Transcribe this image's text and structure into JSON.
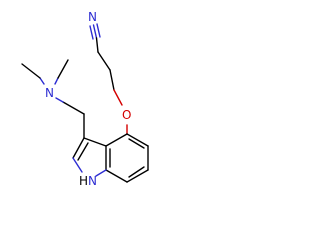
{
  "molecule": {
    "atoms": {
      "nitrile_n": {
        "symbol": "N",
        "color": "#2d2dd2"
      },
      "amine_n": {
        "symbol": "N",
        "color": "#2d2dd2"
      },
      "ether_o": {
        "symbol": "O",
        "color": "#d40000"
      },
      "indole_n": {
        "symbol": "N",
        "color": "#2d2dd2"
      },
      "indole_h": {
        "symbol": "H",
        "color": "#000000"
      }
    }
  }
}
